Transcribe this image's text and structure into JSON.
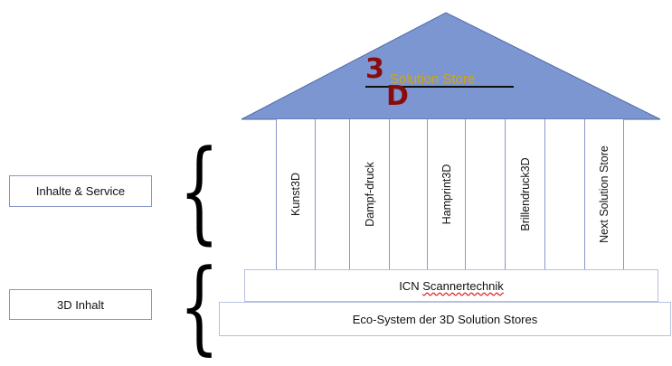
{
  "logo": {
    "digit": "3",
    "letter": "D",
    "name": "Solution Store"
  },
  "side_labels": {
    "upper": "Inhalte & Service",
    "lower": "3D Inhalt"
  },
  "brace_glyph": "{",
  "columns": [
    {
      "label": "Kunst3D"
    },
    {
      "label": ""
    },
    {
      "label": "Dampf-druck"
    },
    {
      "label": ""
    },
    {
      "label": "Hamprint3D"
    },
    {
      "label": ""
    },
    {
      "label": "Brillendruck3D"
    },
    {
      "label": ""
    },
    {
      "label": "Next Solution Store"
    }
  ],
  "tiers": {
    "upper": "ICN Scannertechnik",
    "lower": "Eco-System der 3D Solution Stores"
  },
  "colors": {
    "roof_fill": "#7b96d0",
    "roof_stroke": "#4f6aa8",
    "border": "#8a96c8",
    "logo_red": "#8b0a0a",
    "logo_gold": "#d4a514"
  }
}
